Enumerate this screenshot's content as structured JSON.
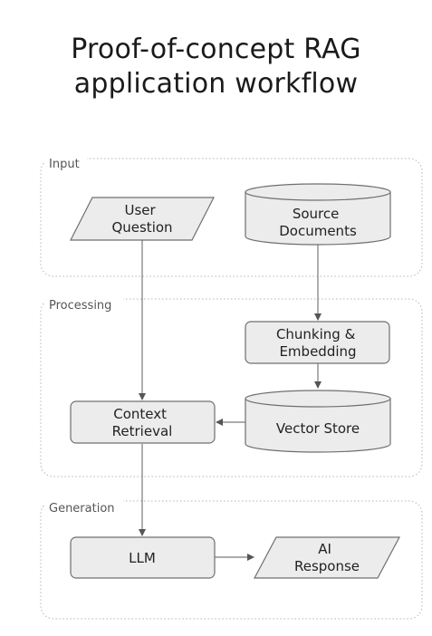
{
  "title": {
    "line1": "Proof-of-concept RAG",
    "line2": "application workflow"
  },
  "sections": {
    "input": "Input",
    "processing": "Processing",
    "generation": "Generation"
  },
  "nodes": {
    "user_question": [
      "User",
      "Question"
    ],
    "source_documents": [
      "Source",
      "Documents"
    ],
    "chunking_embedding": [
      "Chunking &",
      "Embedding"
    ],
    "vector_store": [
      "Vector Store"
    ],
    "context_retrieval": [
      "Context",
      "Retrieval"
    ],
    "llm": [
      "LLM"
    ],
    "ai_response": [
      "AI",
      "Response"
    ]
  },
  "colors": {
    "node_fill": "#ececec",
    "node_stroke": "#6f6f6f",
    "container_stroke": "#b5b5b5"
  }
}
